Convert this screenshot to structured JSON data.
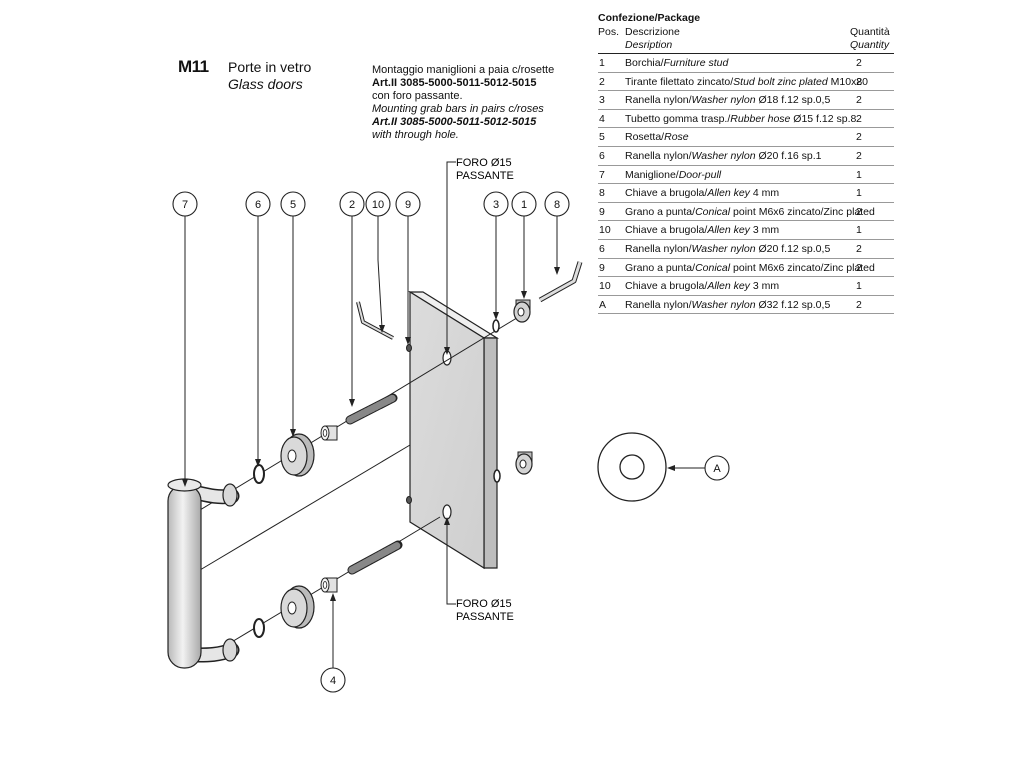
{
  "header": {
    "code": "M11",
    "title_it": "Porte in vetro",
    "title_en": "Glass doors"
  },
  "description": {
    "line1": "Montaggio maniglioni a paia c/rosette",
    "line2": "Art.II 3085-5000-5011-5012-5015",
    "line3": "con foro passante.",
    "line4": "Mounting grab bars in pairs c/roses",
    "line5": "Art.II 3085-5000-5011-5012-5015",
    "line6": "with through hole."
  },
  "package": {
    "title": "Confezione/Package",
    "col_pos": "Pos.",
    "col_desc_it": "Descrizione",
    "col_desc_en": "Desription",
    "col_qty_it": "Quantità",
    "col_qty_en": "Quantity",
    "rows": [
      {
        "pos": "1",
        "it": "Borchia/",
        "en": "Furniture stud",
        "rest": "",
        "qty": "2"
      },
      {
        "pos": "2",
        "it": "Tirante filettato zincato/",
        "en": "Stud bolt zinc plated",
        "rest": " M10x80",
        "qty": "2"
      },
      {
        "pos": "3",
        "it": "Ranella nylon/",
        "en": "Washer nylon",
        "rest": " Ø18 f.12 sp.0,5",
        "qty": "2"
      },
      {
        "pos": "4",
        "it": "Tubetto gomma trasp./",
        "en": "Rubber hose",
        "rest": " Ø15 f.12 sp.8",
        "qty": "2"
      },
      {
        "pos": "5",
        "it": "Rosetta/",
        "en": "Rose",
        "rest": "",
        "qty": "2"
      },
      {
        "pos": "6",
        "it": "Ranella nylon/",
        "en": "Washer nylon",
        "rest": " Ø20 f.16 sp.1",
        "qty": "2"
      },
      {
        "pos": "7",
        "it": "Maniglione/",
        "en": "Door-pull",
        "rest": "",
        "qty": "1"
      },
      {
        "pos": "8",
        "it": "Chiave a brugola/",
        "en": "Allen key",
        "rest": " 4 mm",
        "qty": "1"
      },
      {
        "pos": "9",
        "it": "Grano a punta/",
        "en": "Conical",
        "rest": " point M6x6 zincato/Zinc plated",
        "qty": "2"
      },
      {
        "pos": "10",
        "it": "Chiave a brugola/",
        "en": "Allen key",
        "rest": " 3 mm",
        "qty": "1"
      },
      {
        "pos": "6",
        "it": "Ranella nylon/",
        "en": "Washer nylon",
        "rest": " Ø20 f.12 sp.0,5",
        "qty": "2"
      },
      {
        "pos": "9",
        "it": "Grano a punta/",
        "en": "Conical",
        "rest": " point M6x6 zincato/Zinc plated",
        "qty": "2"
      },
      {
        "pos": "10",
        "it": "Chiave a brugola/",
        "en": "Allen key",
        "rest": " 3 mm",
        "qty": "1"
      },
      {
        "pos": "A",
        "it": "Ranella nylon/",
        "en": "Washer nylon",
        "rest": " Ø32 f.12 sp.0,5",
        "qty": "2"
      }
    ]
  },
  "diagram": {
    "hole_label_top_1": "FORO Ø15",
    "hole_label_top_2": "PASSANTE",
    "hole_label_bottom_1": "FORO Ø15",
    "hole_label_bottom_2": "PASSANTE",
    "balloons": {
      "b7": "7",
      "b6": "6",
      "b5": "5",
      "b2": "2",
      "b10": "10",
      "b9": "9",
      "b3": "3",
      "b1": "1",
      "b8": "8",
      "b4": "4",
      "bA": "A"
    }
  }
}
